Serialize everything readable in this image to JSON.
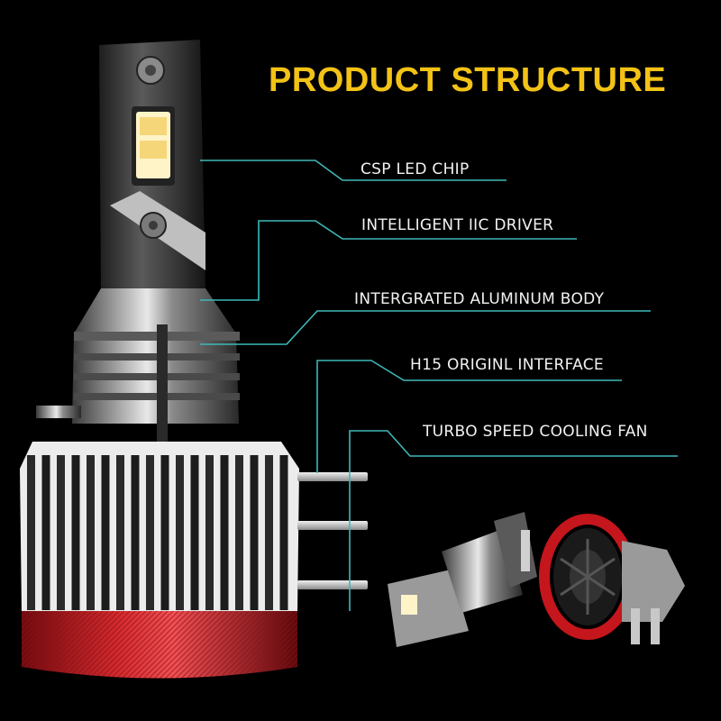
{
  "title": "PRODUCT STRUCTURE",
  "callouts": [
    {
      "id": "csp",
      "label": "CSP LED CHIP"
    },
    {
      "id": "driver",
      "label": "INTELLIGENT IIC DRIVER"
    },
    {
      "id": "body",
      "label": "INTERGRATED ALUMINUM BODY"
    },
    {
      "id": "interface",
      "label": "H15 ORIGINL INTERFACE"
    },
    {
      "id": "fan",
      "label": "TURBO SPEED COOLING FAN"
    }
  ],
  "colors": {
    "background": "#000000",
    "title": "#f2c216",
    "leader_line": "#3fb8b8",
    "label": "#f2f2f2",
    "accent_red": "#c4161c"
  }
}
